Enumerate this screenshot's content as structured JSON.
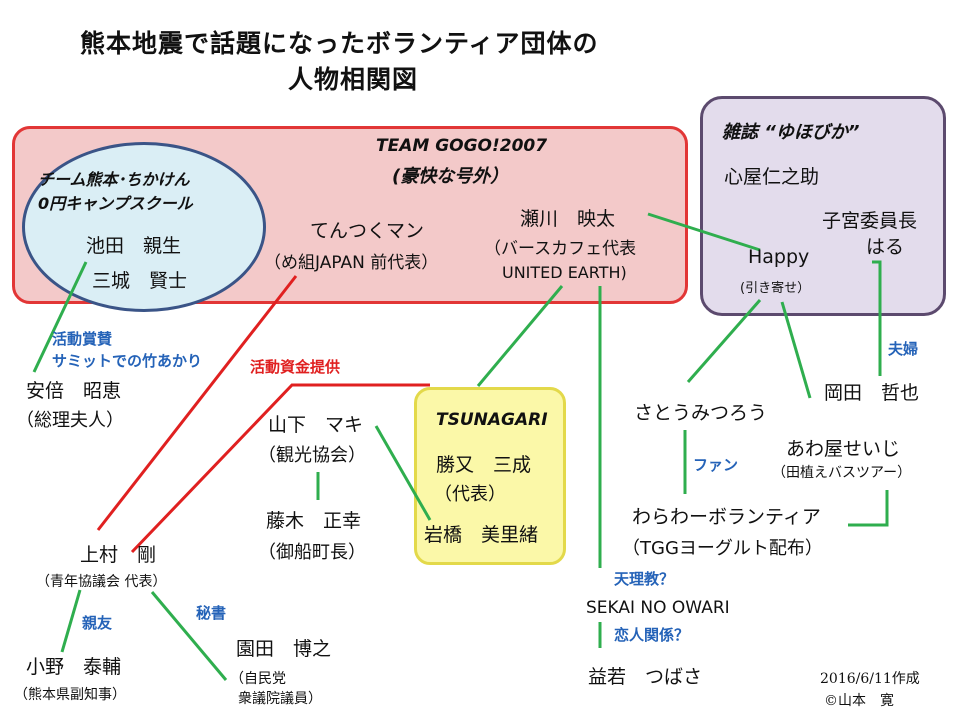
{
  "title": {
    "line1": "熊本地震で話題になったボランティア団体の",
    "line2": "人物相関図"
  },
  "team_gogo": {
    "name": "TEAM GOGO!2007",
    "subtitle": "(豪快な号外）"
  },
  "chiken": {
    "line1": "チーム熊本･ちかけん",
    "line2": "0円キャンプスクール",
    "person1": "池田　親生",
    "person2": "三城　賢士"
  },
  "tentsuku": {
    "name": "てんつくマン",
    "role": "（め組JAPAN 前代表）"
  },
  "segawa": {
    "name": "瀬川　映太",
    "role": "（バースカフェ代表",
    "org": "UNITED EARTH)"
  },
  "magazine": {
    "name": "雑誌 “ゆほびか”",
    "person1": "心屋仁之助",
    "person2_line1": "子宮委員長",
    "person2_line2": "はる"
  },
  "happy": {
    "name": "Happy",
    "note": "(引き寄せ）"
  },
  "tsunagari": {
    "name": "TSUNAGARI",
    "person1": "勝又　三成",
    "person1_role": "（代表）",
    "person2": "岩橋　美里緒"
  },
  "people": {
    "abe": {
      "name": "安倍　昭恵",
      "role": "（総理夫人）"
    },
    "yamashita": {
      "name": "山下　マキ",
      "role": "（観光協会）"
    },
    "fujiki": {
      "name": "藤木　正幸",
      "role": "（御船町長）"
    },
    "uemura": {
      "name": "上村　剛",
      "role": "（青年協議会 代表）"
    },
    "ono": {
      "name": "小野　泰輔",
      "role": "（熊本県副知事）"
    },
    "sonoda": {
      "name": "園田　博之",
      "role1": "（自民党",
      "role2": "衆議院議員）"
    },
    "sato": {
      "name": "さとうみつろう"
    },
    "okada": {
      "name": "岡田　哲也"
    },
    "awaya": {
      "name": "あわ屋せいじ",
      "role": "（田植えバスツアー）"
    },
    "warawa": {
      "name": "わらわーボランティア",
      "role": "（TGGヨーグルト配布）"
    },
    "sekai": {
      "name": "SEKAI NO OWARI"
    },
    "masuwaka": {
      "name": "益若　つばさ"
    }
  },
  "relations": {
    "katsudo_shosan_1": "活動賞賛",
    "katsudo_shosan_2": "サミットでの竹あかり",
    "shikin": "活動資金提供",
    "fufu": "夫婦",
    "fan": "ファン",
    "tenrikyo": "天理教？",
    "koibito": "恋人関係？",
    "shinyu": "親友",
    "hisho": "秘書"
  },
  "credit": {
    "date": "2016/6/11作成",
    "author": "©山本　寛"
  },
  "colors": {
    "team_box_fill": "#f3c9c9",
    "team_box_border": "#e23636",
    "chiken_fill": "#daeef5",
    "chiken_border": "#3a5487",
    "magazine_fill": "#e3dcec",
    "magazine_border": "#5c4a6e",
    "tsunagari_fill": "#fbf8a8",
    "tsunagari_border": "#e3d94a",
    "green_line": "#2fae4e",
    "red_line": "#e02020",
    "blue_text": "#2563b8"
  }
}
